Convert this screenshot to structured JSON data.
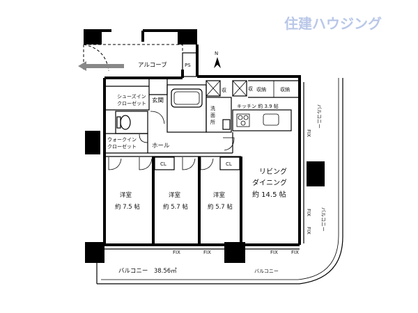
{
  "brand": {
    "name": "住建ハウジング",
    "color": "#b9c7e8"
  },
  "compass": {
    "label": "N"
  },
  "rooms": {
    "alcove": "アルコーブ",
    "ps": "PS",
    "shoes_closet_1": "シューズイン",
    "shoes_closet_2": "クローゼット",
    "entrance": "玄関",
    "walkin_closet_1": "ウォークイン",
    "walkin_closet_2": "クローゼット",
    "hall": "ホール",
    "washroom_1": "洗",
    "washroom_2": "面",
    "washroom_3": "所",
    "storage_1": "収納",
    "storage_2": "収納",
    "storage_marker_1": "収",
    "storage_marker_2": "収",
    "kitchen": "キッチン 約 3.9 帖",
    "living_1": "リビング",
    "living_2": "ダイニング",
    "living_3": "約 14.5 帖",
    "western_1_name": "洋室",
    "western_1_size": "約 7.5 帖",
    "western_2_name": "洋室",
    "western_2_size": "約 5.7 帖",
    "western_3_name": "洋室",
    "western_3_size": "約 5.7 帖",
    "closet_1": "CL",
    "closet_2": "CL",
    "balcony_main": "バルコニー　38.56㎡",
    "balcony_side_1": "バルコニー",
    "balcony_side_2": "バルコニー",
    "balcony_bottom": "バルコニー",
    "fix_1": "FIX",
    "fix_2": "FIX",
    "fix_3": "FIX",
    "fix_4": "FIX",
    "fix_v_1": "FIX",
    "fix_v_2": "FIX",
    "fix_v_3": "FIX"
  }
}
